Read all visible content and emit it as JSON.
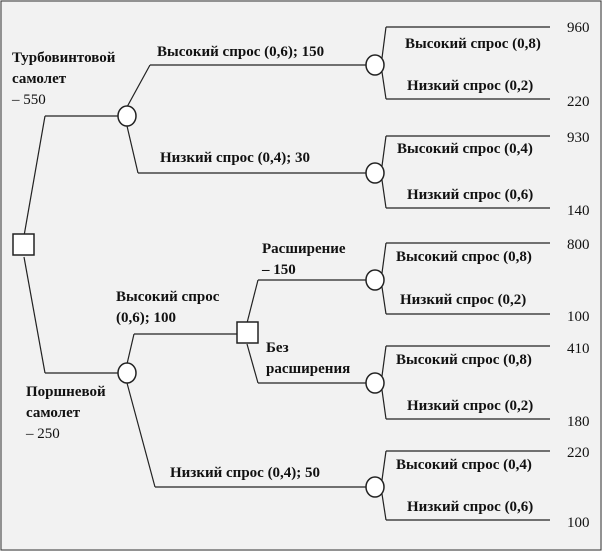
{
  "decision_1": {
    "option_a": {
      "line1": "Турбовинтовой",
      "line2": "самолет",
      "line3": "– 550"
    },
    "option_b": {
      "line1": "Поршневой",
      "line2": "самолет",
      "line3": "– 250"
    }
  },
  "branches": {
    "a_high": "Высокий спрос (0,6); 150",
    "a_low": "Низкий спрос (0,4);  30",
    "b_high_line1": "Высокий спрос",
    "b_high_line2": "(0,6); 100",
    "b_low": "Низкий спрос (0,4); 50",
    "expand_line1": "Расширение",
    "expand_line2": "– 150",
    "noexpand_line1": "Без",
    "noexpand_line2": "расширения"
  },
  "outcomes": [
    {
      "top_label": "Высокий спрос (0,8)",
      "bottom_label": "Низкий спрос (0,2)",
      "top_value": "960",
      "bottom_value": "220"
    },
    {
      "top_label": "Высокий спрос (0,4)",
      "bottom_label": "Низкий спрос (0,6)",
      "top_value": "930",
      "bottom_value": "140"
    },
    {
      "top_label": "Высокий спрос (0,8)",
      "bottom_label": "Низкий спрос (0,2)",
      "top_value": "800",
      "bottom_value": "100"
    },
    {
      "top_label": "Высокий спрос (0,8)",
      "bottom_label": "Низкий спрос (0,2)",
      "top_value": "410",
      "bottom_value": "180"
    },
    {
      "top_label": "Высокий спрос (0,4)",
      "bottom_label": "Низкий спрос (0,6)",
      "top_value": "220",
      "bottom_value": "100"
    }
  ]
}
